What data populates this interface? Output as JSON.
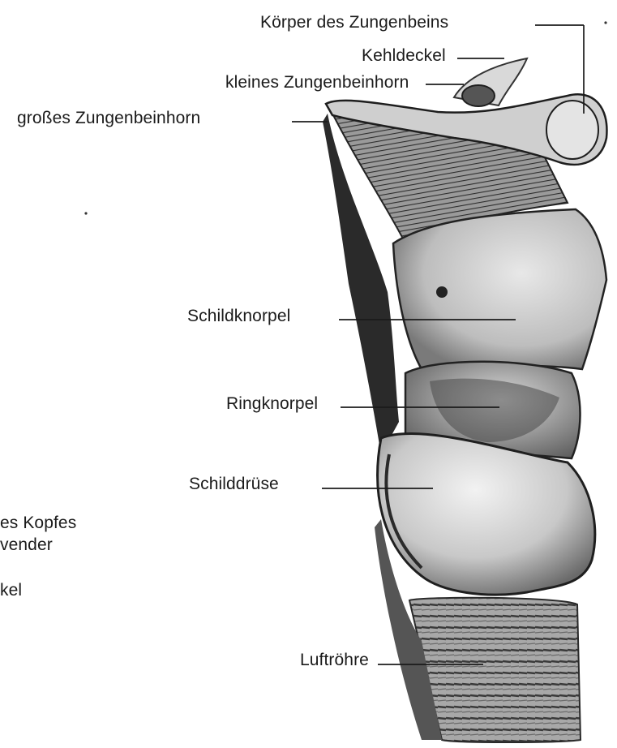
{
  "labels": {
    "koerper_zungenbein": "Körper des Zungenbeins",
    "kehldeckel": "Kehldeckel",
    "kleines_horn": "kleines Zungenbeinhorn",
    "grosses_horn": "großes Zungenbeinhorn",
    "schildknorpel": "Schildknorpel",
    "ringknorpel": "Ringknorpel",
    "schilddruese": "Schilddrüse",
    "luftroehre": "Luftröhre"
  },
  "cropped_text": {
    "line1": "es Kopfes",
    "line2": "vender",
    "line3": "kel"
  },
  "colors": {
    "ink": "#1b1b1b",
    "paper": "#ffffff"
  }
}
